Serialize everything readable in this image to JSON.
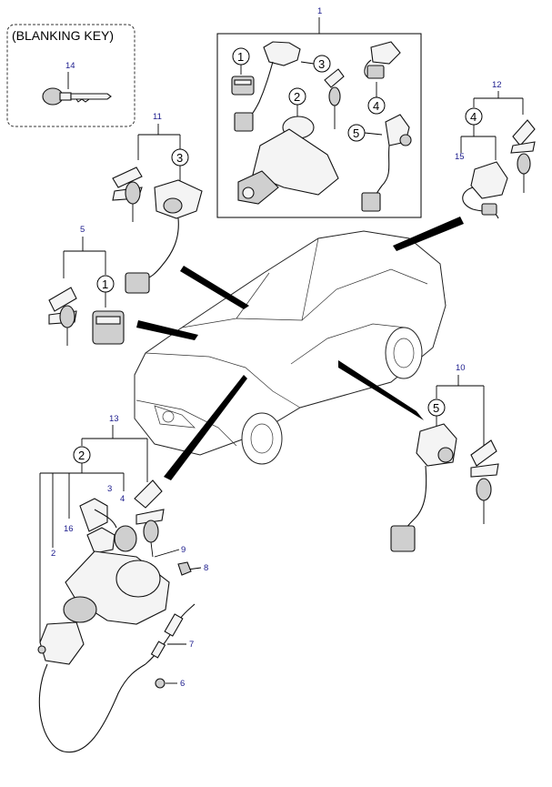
{
  "blanking_key_box": {
    "title": "(BLANKING KEY)",
    "part_number": "14"
  },
  "group_labels": {
    "g1": "1",
    "g5": "5",
    "g10": "10",
    "g11": "11",
    "g12": "12",
    "g13": "13"
  },
  "part_labels": {
    "p2": "2",
    "p3": "3",
    "p4": "4",
    "p6": "6",
    "p7": "7",
    "p8": "8",
    "p9": "9",
    "p15": "15",
    "p16": "16"
  },
  "circled": {
    "one": "1",
    "two": "2",
    "three": "3",
    "four": "4",
    "five": "5"
  }
}
